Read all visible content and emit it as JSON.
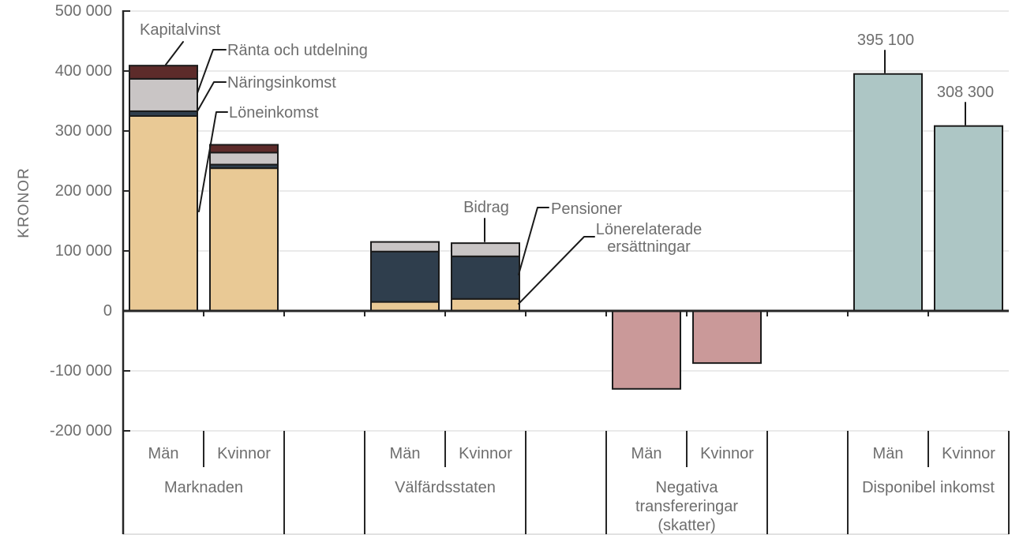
{
  "palette": {
    "tan": "#e9c995",
    "navy": "#2f3e4d",
    "gray": "#c9c5c5",
    "maroon": "#5d2b2a",
    "pink": "#ca9999",
    "teal": "#adc6c5",
    "bar_border": "#1b1b1b",
    "grid": "#e3e3e3",
    "axis": "#262626",
    "text": "#6e6e6e",
    "leader": "#1a1a1a",
    "bottom_rule": "#d9d9d9"
  },
  "chart_data": {
    "type": "bar",
    "stacked": true,
    "ylabel": "KRONOR",
    "ylim": [
      -200000,
      500000
    ],
    "grid": true,
    "y_ticks": [
      {
        "value": 500000,
        "label": "500 000"
      },
      {
        "value": 400000,
        "label": "400 000"
      },
      {
        "value": 300000,
        "label": "300 000"
      },
      {
        "value": 200000,
        "label": "200 000"
      },
      {
        "value": 100000,
        "label": "100 000"
      },
      {
        "value": 0,
        "label": "0"
      },
      {
        "value": -100000,
        "label": "-100 000"
      },
      {
        "value": -200000,
        "label": "-200 000"
      }
    ],
    "groups": [
      {
        "label_lines": [
          "Marknaden"
        ],
        "bars": [
          {
            "label": "Män",
            "segments": [
              {
                "name": "Löneinkomst",
                "value": 325000,
                "color": "tan"
              },
              {
                "name": "Näringsinkomst",
                "value": 8000,
                "color": "navy"
              },
              {
                "name": "Ränta och utdelning",
                "value": 54000,
                "color": "gray"
              },
              {
                "name": "Kapitalvinst",
                "value": 22000,
                "color": "maroon"
              }
            ]
          },
          {
            "label": "Kvinnor",
            "segments": [
              {
                "name": "Löneinkomst",
                "value": 238000,
                "color": "tan"
              },
              {
                "name": "Näringsinkomst",
                "value": 6000,
                "color": "navy"
              },
              {
                "name": "Ränta och utdelning",
                "value": 20000,
                "color": "gray"
              },
              {
                "name": "Kapitalvinst",
                "value": 13000,
                "color": "maroon"
              }
            ]
          }
        ]
      },
      {
        "label_lines": [
          "Välfärdsstaten"
        ],
        "bars": [
          {
            "label": "Män",
            "segments": [
              {
                "name": "Lönerelaterade ersättningar",
                "value": 15000,
                "color": "tan"
              },
              {
                "name": "Pensioner",
                "value": 84000,
                "color": "navy"
              },
              {
                "name": "Bidrag",
                "value": 16000,
                "color": "gray"
              }
            ]
          },
          {
            "label": "Kvinnor",
            "segments": [
              {
                "name": "Lönerelaterade ersättningar",
                "value": 20000,
                "color": "tan"
              },
              {
                "name": "Pensioner",
                "value": 71000,
                "color": "navy"
              },
              {
                "name": "Bidrag",
                "value": 22000,
                "color": "gray"
              }
            ]
          }
        ]
      },
      {
        "label_lines": [
          "Negativa",
          "transfereringar",
          "(skatter)"
        ],
        "bars": [
          {
            "label": "Män",
            "segments": [
              {
                "name": "skatter",
                "value": -130000,
                "color": "pink"
              }
            ]
          },
          {
            "label": "Kvinnor",
            "segments": [
              {
                "name": "skatter",
                "value": -87000,
                "color": "pink"
              }
            ]
          }
        ]
      },
      {
        "label_lines": [
          "Disponibel inkomst"
        ],
        "bars": [
          {
            "label": "Män",
            "value_label": "395 100",
            "segments": [
              {
                "name": "disponibel inkomst",
                "value": 395100,
                "color": "teal"
              }
            ]
          },
          {
            "label": "Kvinnor",
            "value_label": "308 300",
            "segments": [
              {
                "name": "disponibel inkomst",
                "value": 308300,
                "color": "teal"
              }
            ]
          }
        ]
      }
    ],
    "annotations": [
      {
        "id": "kapitalvinst",
        "text_lines": [
          "Kapitalvinst"
        ],
        "x": 177,
        "y": 44,
        "anchor": "start",
        "line": [
          [
            232,
            53
          ],
          [
            210,
            82
          ]
        ]
      },
      {
        "id": "ranta",
        "text_lines": [
          "Ränta och utdelning"
        ],
        "x": 288,
        "y": 70,
        "anchor": "start",
        "line": [
          [
            286,
            63
          ],
          [
            270,
            63
          ],
          [
            250,
            118
          ]
        ]
      },
      {
        "id": "naringsinkomst",
        "text_lines": [
          "Näringsinkomst"
        ],
        "x": 288,
        "y": 111,
        "anchor": "start",
        "line": [
          [
            286,
            104
          ],
          [
            271,
            104
          ],
          [
            250,
            141
          ]
        ]
      },
      {
        "id": "loneinkomst",
        "text_lines": [
          "Löneinkomst"
        ],
        "x": 290,
        "y": 149,
        "anchor": "start",
        "line": [
          [
            288,
            142
          ],
          [
            274,
            142
          ],
          [
            252,
            268
          ]
        ]
      },
      {
        "id": "bidrag",
        "text_lines": [
          "Bidrag"
        ],
        "x": 616,
        "y": 269,
        "anchor": "middle",
        "line": [
          [
            614,
            277
          ],
          [
            614,
            306
          ]
        ]
      },
      {
        "id": "pensioner",
        "text_lines": [
          "Pensioner"
        ],
        "x": 698,
        "y": 271,
        "anchor": "start",
        "line": [
          [
            695,
            263
          ],
          [
            681,
            263
          ],
          [
            657,
            348
          ]
        ]
      },
      {
        "id": "lonerelaterade",
        "text_lines": [
          "Lönerelaterade",
          "ersättningar"
        ],
        "x": 822,
        "y": 297,
        "anchor": "middle",
        "line": [
          [
            753,
            300
          ],
          [
            740,
            300
          ],
          [
            657,
            385
          ]
        ]
      },
      {
        "id": "value-man",
        "text_lines": [
          "395 100"
        ],
        "x": 1122,
        "y": 57,
        "anchor": "middle",
        "line": [
          [
            1121,
            64
          ],
          [
            1121,
            92
          ]
        ]
      },
      {
        "id": "value-kvinnor",
        "text_lines": [
          "308 300"
        ],
        "x": 1223,
        "y": 123,
        "anchor": "middle",
        "line": [
          [
            1223,
            130
          ],
          [
            1223,
            158
          ]
        ]
      }
    ]
  }
}
